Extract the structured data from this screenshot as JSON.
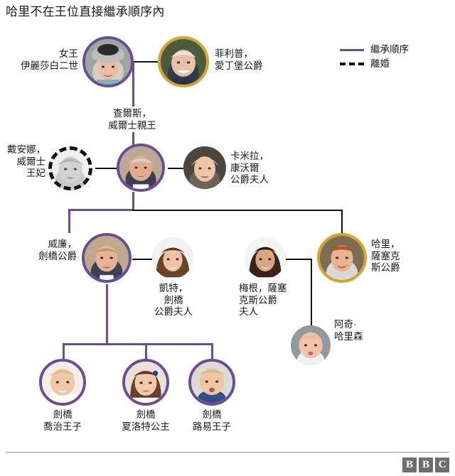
{
  "title": "哈里不在王位直接繼承順序內",
  "legend": {
    "items": [
      {
        "label": "繼承順序",
        "style": "solid",
        "color": "#6b4c9a"
      },
      {
        "label": "離婚",
        "style": "dashed",
        "color": "#111111"
      }
    ]
  },
  "colors": {
    "succession_purple": "#6b4c9a",
    "gold_ring": "#d6a32c",
    "divorce_black": "#111111",
    "text": "#1b1b1b",
    "bbc_grey": "#6e6e6e"
  },
  "people": {
    "queen": {
      "name": "女王\n伊麗莎白二世",
      "ring": "purple"
    },
    "philip": {
      "name": "菲利普，\n愛丁堡公爵",
      "ring": "gold"
    },
    "charles": {
      "name": "查爾斯，\n威爾士親王",
      "ring": "purple"
    },
    "diana": {
      "name": "戴安娜，\n威爾士\n王妃",
      "ring": "dashed"
    },
    "camilla": {
      "name": "卡米拉，\n康沃爾\n公爵夫人",
      "ring": "none"
    },
    "william": {
      "name": "威廉，\n劍橋公爵",
      "ring": "purple"
    },
    "kate": {
      "name": "凱特，\n劍橋\n公爵夫人",
      "ring": "none"
    },
    "meghan": {
      "name": "梅根，薩塞\n克斯公爵\n夫人",
      "ring": "none"
    },
    "harry": {
      "name": "哈里，\n薩塞克\n斯公爵",
      "ring": "gold"
    },
    "archie": {
      "name": "阿奇·\n哈里森",
      "ring": "none"
    },
    "george": {
      "name": "劍橋\n喬治王子",
      "ring": "purple"
    },
    "charlotte": {
      "name": "劍橋\n夏洛特公主",
      "ring": "purple"
    },
    "louis": {
      "name": "劍橋\n路易王子",
      "ring": "purple"
    }
  },
  "footer": {
    "brand": [
      "B",
      "B",
      "C"
    ]
  }
}
